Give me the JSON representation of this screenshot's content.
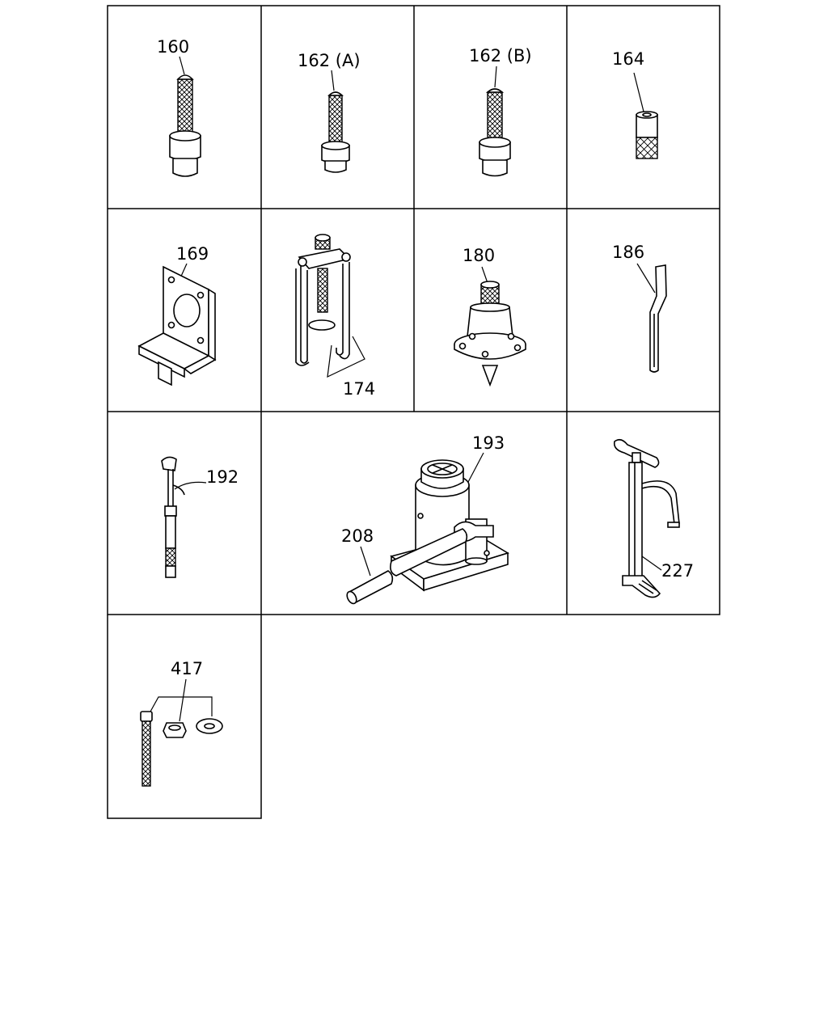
{
  "parts": [
    {
      "id": "p160",
      "label": "160"
    },
    {
      "id": "p162a",
      "label": "162 (A)"
    },
    {
      "id": "p162b",
      "label": "162 (B)"
    },
    {
      "id": "p164",
      "label": "164"
    },
    {
      "id": "p169",
      "label": "169"
    },
    {
      "id": "p174",
      "label": "174"
    },
    {
      "id": "p180",
      "label": "180"
    },
    {
      "id": "p186",
      "label": "186"
    },
    {
      "id": "p192",
      "label": "192"
    },
    {
      "id": "p193",
      "label": "193"
    },
    {
      "id": "p208",
      "label": "208"
    },
    {
      "id": "p227",
      "label": "227"
    },
    {
      "id": "p417",
      "label": "417"
    }
  ]
}
